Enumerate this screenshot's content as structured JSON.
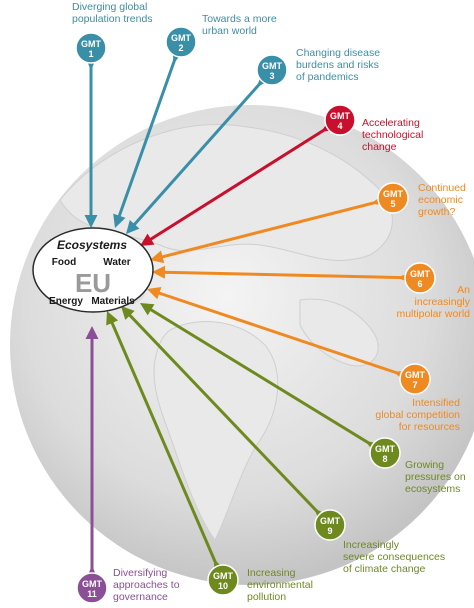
{
  "hub": {
    "top_word": "Ecosystems",
    "food": "Food",
    "water": "Water",
    "center": "EU",
    "energy": "Energy",
    "materials": "Materials"
  },
  "colors": {
    "teal": "#3a8fa8",
    "red": "#c8102e",
    "orange": "#ef8a22",
    "olive": "#6e8a1f",
    "purple": "#8b4f96"
  },
  "megatrends": [
    {
      "code": "GMT",
      "number": "1",
      "color": "teal",
      "lines": [
        "Diverging global",
        "population trends"
      ]
    },
    {
      "code": "GMT",
      "number": "2",
      "color": "teal",
      "lines": [
        "Towards a more",
        "urban world"
      ]
    },
    {
      "code": "GMT",
      "number": "3",
      "color": "teal",
      "lines": [
        "Changing disease",
        "burdens and risks",
        "of pandemics"
      ]
    },
    {
      "code": "GMT",
      "number": "4",
      "color": "red",
      "lines": [
        "Accelerating",
        "technological",
        "change"
      ]
    },
    {
      "code": "GMT",
      "number": "5",
      "color": "orange",
      "lines": [
        "Continued",
        "economic",
        "growth?"
      ]
    },
    {
      "code": "GMT",
      "number": "6",
      "color": "orange",
      "lines": [
        "An",
        "increasingly",
        "multipolar world"
      ]
    },
    {
      "code": "GMT",
      "number": "7",
      "color": "orange",
      "lines": [
        "Intensified",
        "global competition",
        "for resources"
      ]
    },
    {
      "code": "GMT",
      "number": "8",
      "color": "olive",
      "lines": [
        "Growing",
        "pressures on",
        "ecosystems"
      ]
    },
    {
      "code": "GMT",
      "number": "9",
      "color": "olive",
      "lines": [
        "Increasingly",
        "severe consequences",
        "of climate change"
      ]
    },
    {
      "code": "GMT",
      "number": "10",
      "color": "olive",
      "lines": [
        "Increasing",
        "environmental",
        "pollution"
      ]
    },
    {
      "code": "GMT",
      "number": "11",
      "color": "purple",
      "lines": [
        "Diversifying",
        "approaches to",
        "governance"
      ]
    }
  ]
}
